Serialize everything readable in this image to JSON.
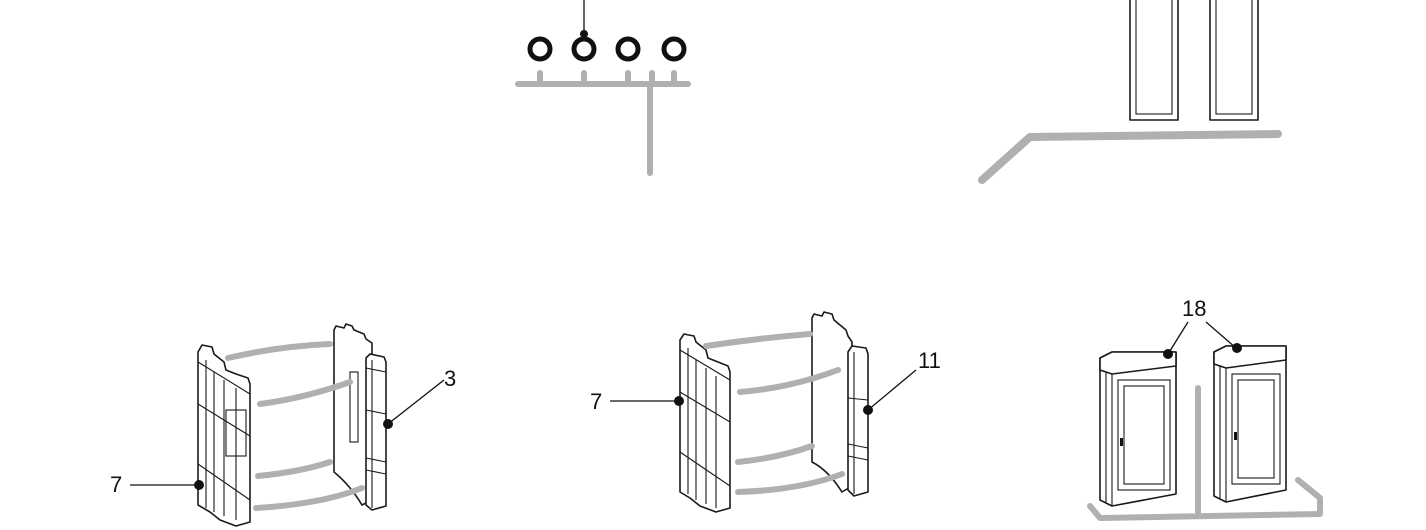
{
  "callouts": {
    "label_3": "3",
    "label_7_left": "7",
    "label_7_middle": "7",
    "label_11": "11",
    "label_18": "18"
  }
}
